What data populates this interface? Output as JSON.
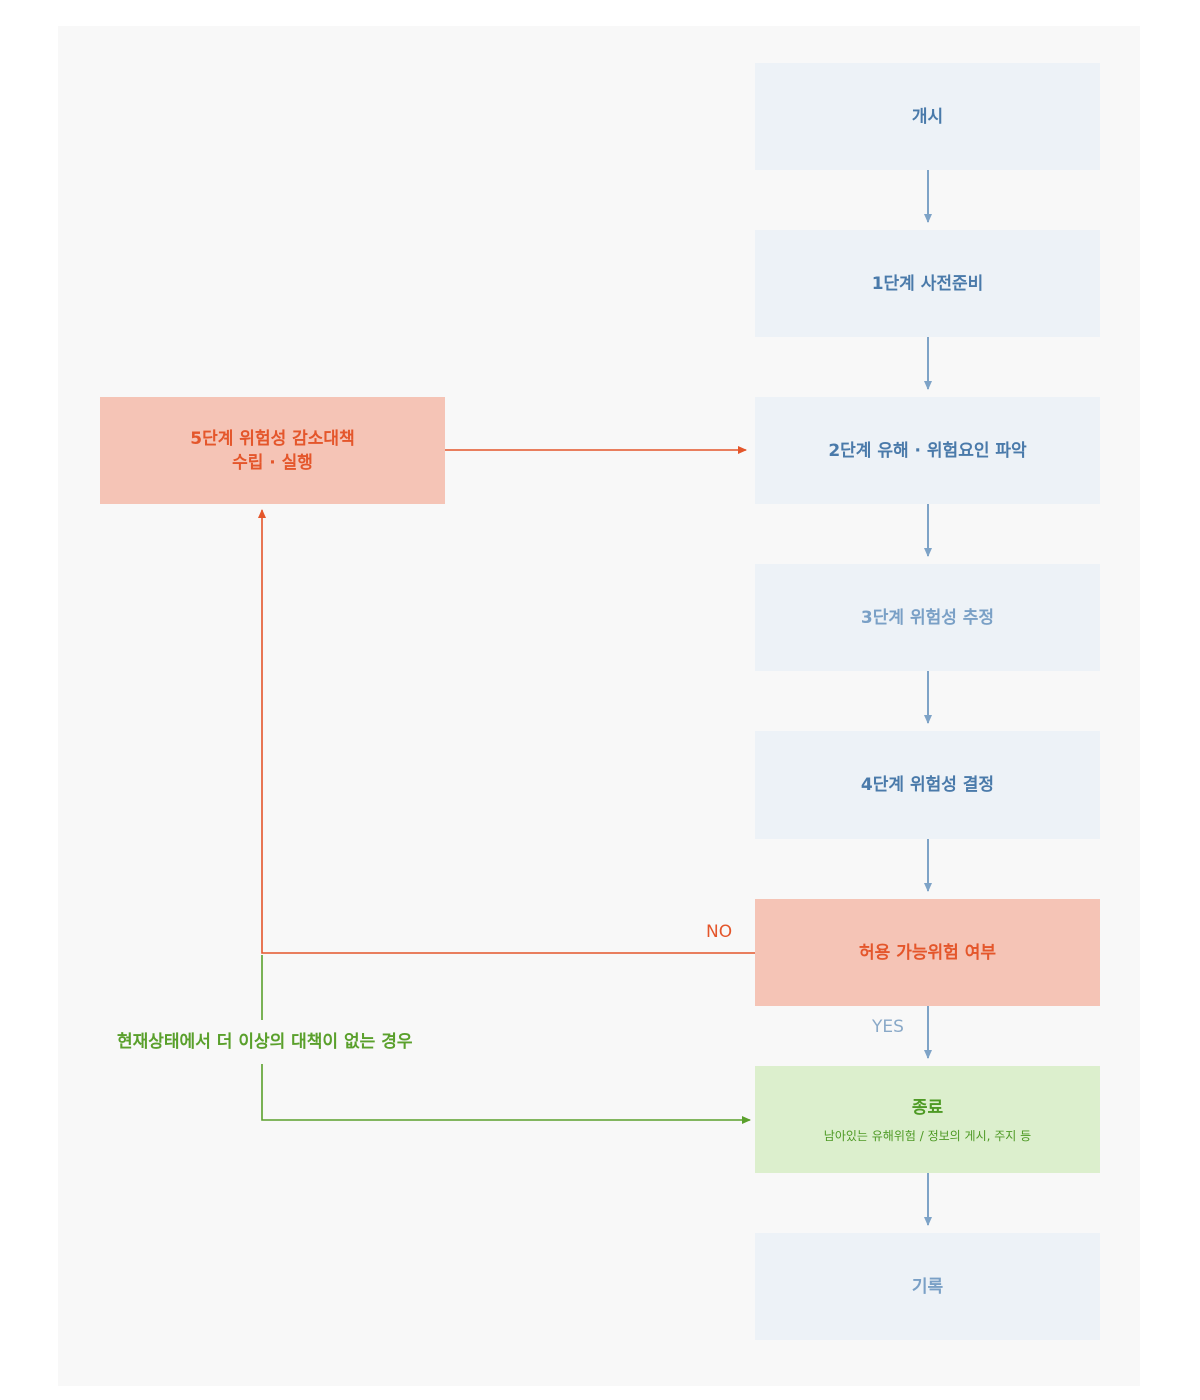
{
  "steps": {
    "start": "개시",
    "step1": "1단계 사전준비",
    "step2": "2단계 유해 · 위험요인 파악",
    "step3": "3단계 위험성 추정",
    "step4": "4단계 위험성 결정",
    "decision": "허용 가능위험 여부",
    "end_title": "종료",
    "end_sub": "남아있는 유해위험 / 정보의 게시, 주지 등",
    "record": "기록",
    "step5_line1": "5단계 위험성 감소대책",
    "step5_line2": "수립 · 실행"
  },
  "labels": {
    "no": "NO",
    "yes": "YES",
    "no_more_measures": "현재상태에서 더 이상의 대책이 없는 경우"
  },
  "colors": {
    "blue_box": "#edf2f7",
    "blue_text": "#4a7aaa",
    "blue_arrow": "#7ea3c7",
    "red_box": "#f5c4b6",
    "red_text": "#e4562b",
    "green_box": "#dcefcd",
    "green_text": "#4e9a25"
  }
}
